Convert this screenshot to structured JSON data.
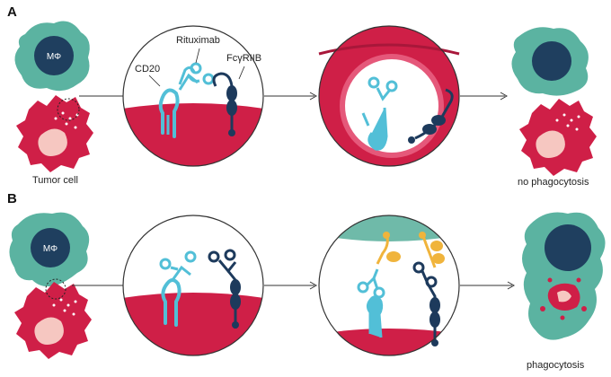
{
  "panels": [
    {
      "letter": "A",
      "macrophage_label": "MΦ",
      "tumor_label": "Tumor cell",
      "antibody_label": "Rituximab",
      "antigen_label": "CD20",
      "receptor_label": "FcγRIIB",
      "outcome": "no phagocytosis"
    },
    {
      "letter": "B",
      "macrophage_label": "MΦ",
      "outcome": "phagocytosis"
    }
  ],
  "colors": {
    "macrophage_outer": "#5bb3a1",
    "macrophage_nucleus": "#1f3f5f",
    "tumor": "#cf1f47",
    "tumor_nucleus": "#f6c7c1",
    "cd20_rituximab": "#52bfd7",
    "fcgriib": "#1d3a5c",
    "fc_receptor_macrophage": "#f0b43c",
    "membrane_top": "#6fbaa9",
    "circle_stroke": "#333333"
  }
}
